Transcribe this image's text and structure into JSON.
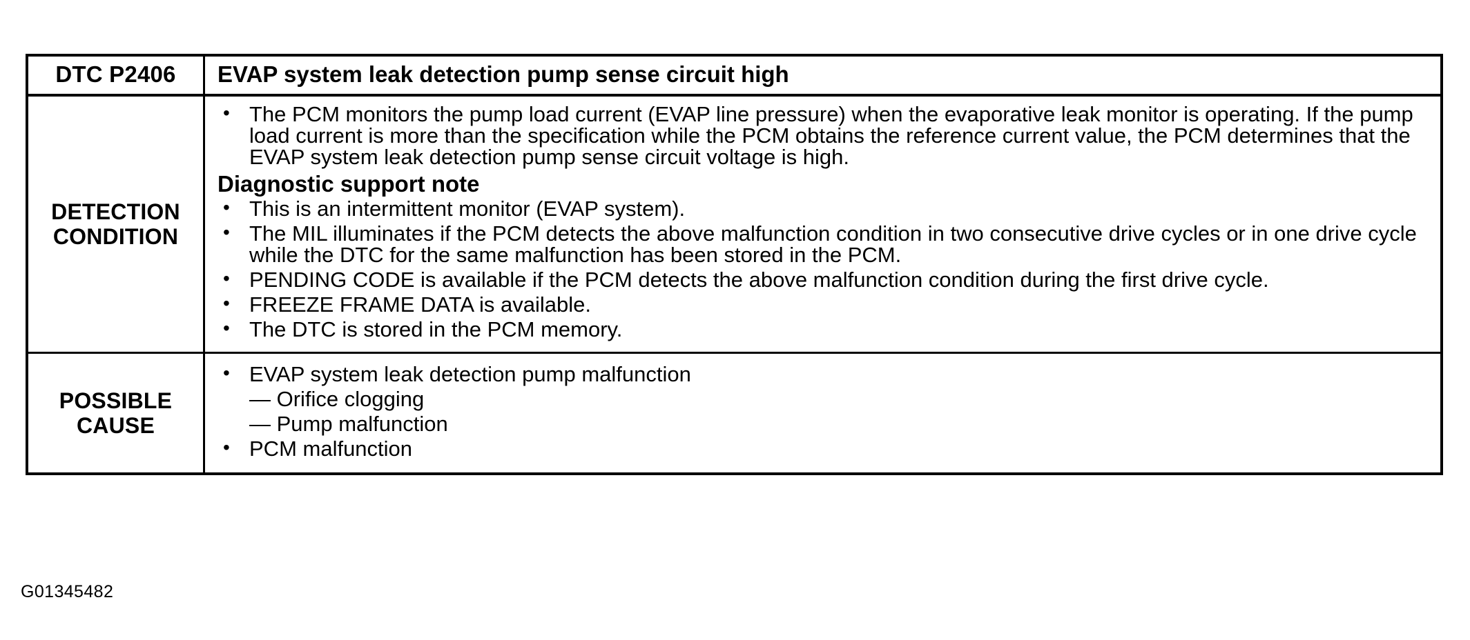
{
  "document": {
    "figure_code": "G01345482"
  },
  "table": {
    "header": {
      "code_label": "DTC P2406",
      "title": "EVAP system leak detection pump sense circuit high"
    },
    "rows": [
      {
        "label": "DETECTION CONDITION",
        "label_line1": "DETECTION",
        "label_line2": "CONDITION",
        "bullets_top": [
          "The PCM monitors the pump load current (EVAP line pressure) when the evaporative leak monitor is operating. If the pump load current is more than the specification while the PCM obtains the reference current value, the PCM determines that the EVAP system leak detection pump sense circuit voltage is high."
        ],
        "note_heading": "Diagnostic support note",
        "bullets_note": [
          "This is an intermittent monitor (EVAP system).",
          "The MIL illuminates if the PCM detects the above malfunction condition in two consecutive drive cycles or in one drive cycle while the DTC for the same malfunction has been stored in the PCM.",
          "PENDING CODE is available if the PCM detects the above malfunction condition during the first drive cycle.",
          "FREEZE FRAME DATA is available.",
          "The DTC is stored in the PCM memory."
        ]
      },
      {
        "label": "POSSIBLE CAUSE",
        "label_line1": "POSSIBLE",
        "label_line2": "CAUSE",
        "bullet_1": "EVAP system leak detection pump malfunction",
        "sub_1": "— Orifice clogging",
        "sub_2": "— Pump malfunction",
        "bullet_2": "PCM malfunction"
      }
    ]
  },
  "colors": {
    "ink": "#000000",
    "paper": "#ffffff"
  }
}
